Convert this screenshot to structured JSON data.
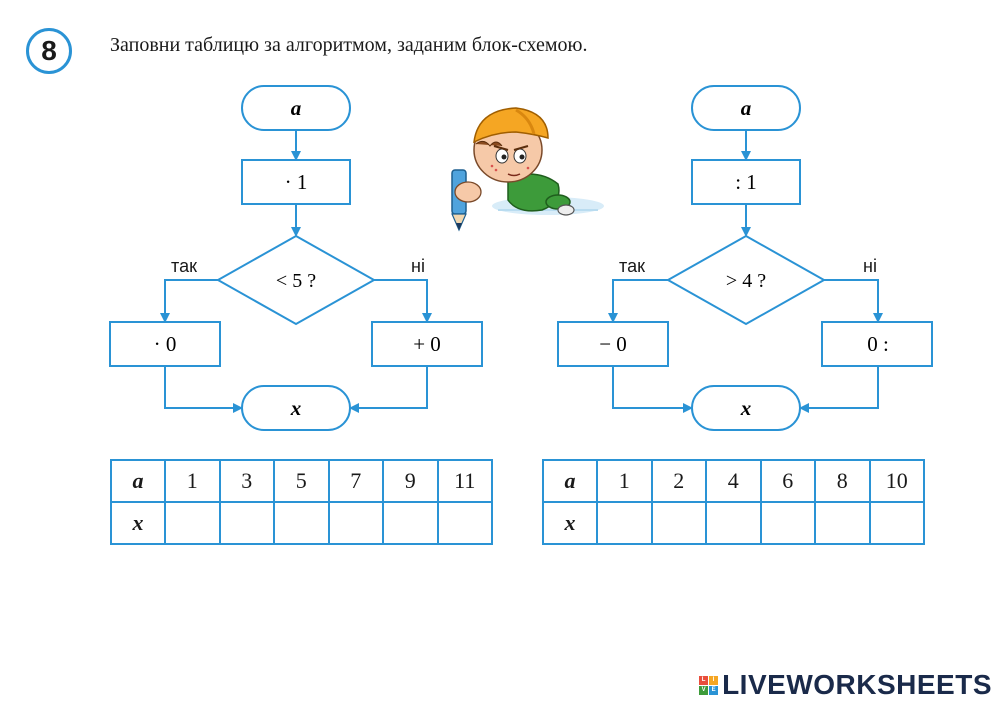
{
  "task": {
    "number": "8",
    "instruction": "Заповни таблицю за алгоритмом, заданим блок-схемою."
  },
  "flowchart_left": {
    "start": "a",
    "process": "· 1",
    "decision": "< 5 ?",
    "yes_label": "так",
    "no_label": "ні",
    "yes_action": "· 0",
    "no_action": "+ 0",
    "end": "x"
  },
  "flowchart_right": {
    "start": "a",
    "process": ": 1",
    "decision": "> 4 ?",
    "yes_label": "так",
    "no_label": "ні",
    "yes_action": "− 0",
    "no_action": "0 :",
    "end": "x"
  },
  "table_left": {
    "row_a_label": "a",
    "row_x_label": "x",
    "a_values": [
      "1",
      "3",
      "5",
      "7",
      "9",
      "11"
    ],
    "x_values": [
      "",
      "",
      "",
      "",
      "",
      ""
    ]
  },
  "table_right": {
    "row_a_label": "a",
    "row_x_label": "x",
    "a_values": [
      "1",
      "2",
      "4",
      "6",
      "8",
      "10"
    ],
    "x_values": [
      "",
      "",
      "",
      "",
      "",
      ""
    ]
  },
  "footer": {
    "logo_text": "LIVEWORKSHEETS",
    "logo_letters": [
      "L",
      "I",
      "V",
      "E"
    ]
  },
  "colors": {
    "accent": "#2a93d5"
  }
}
